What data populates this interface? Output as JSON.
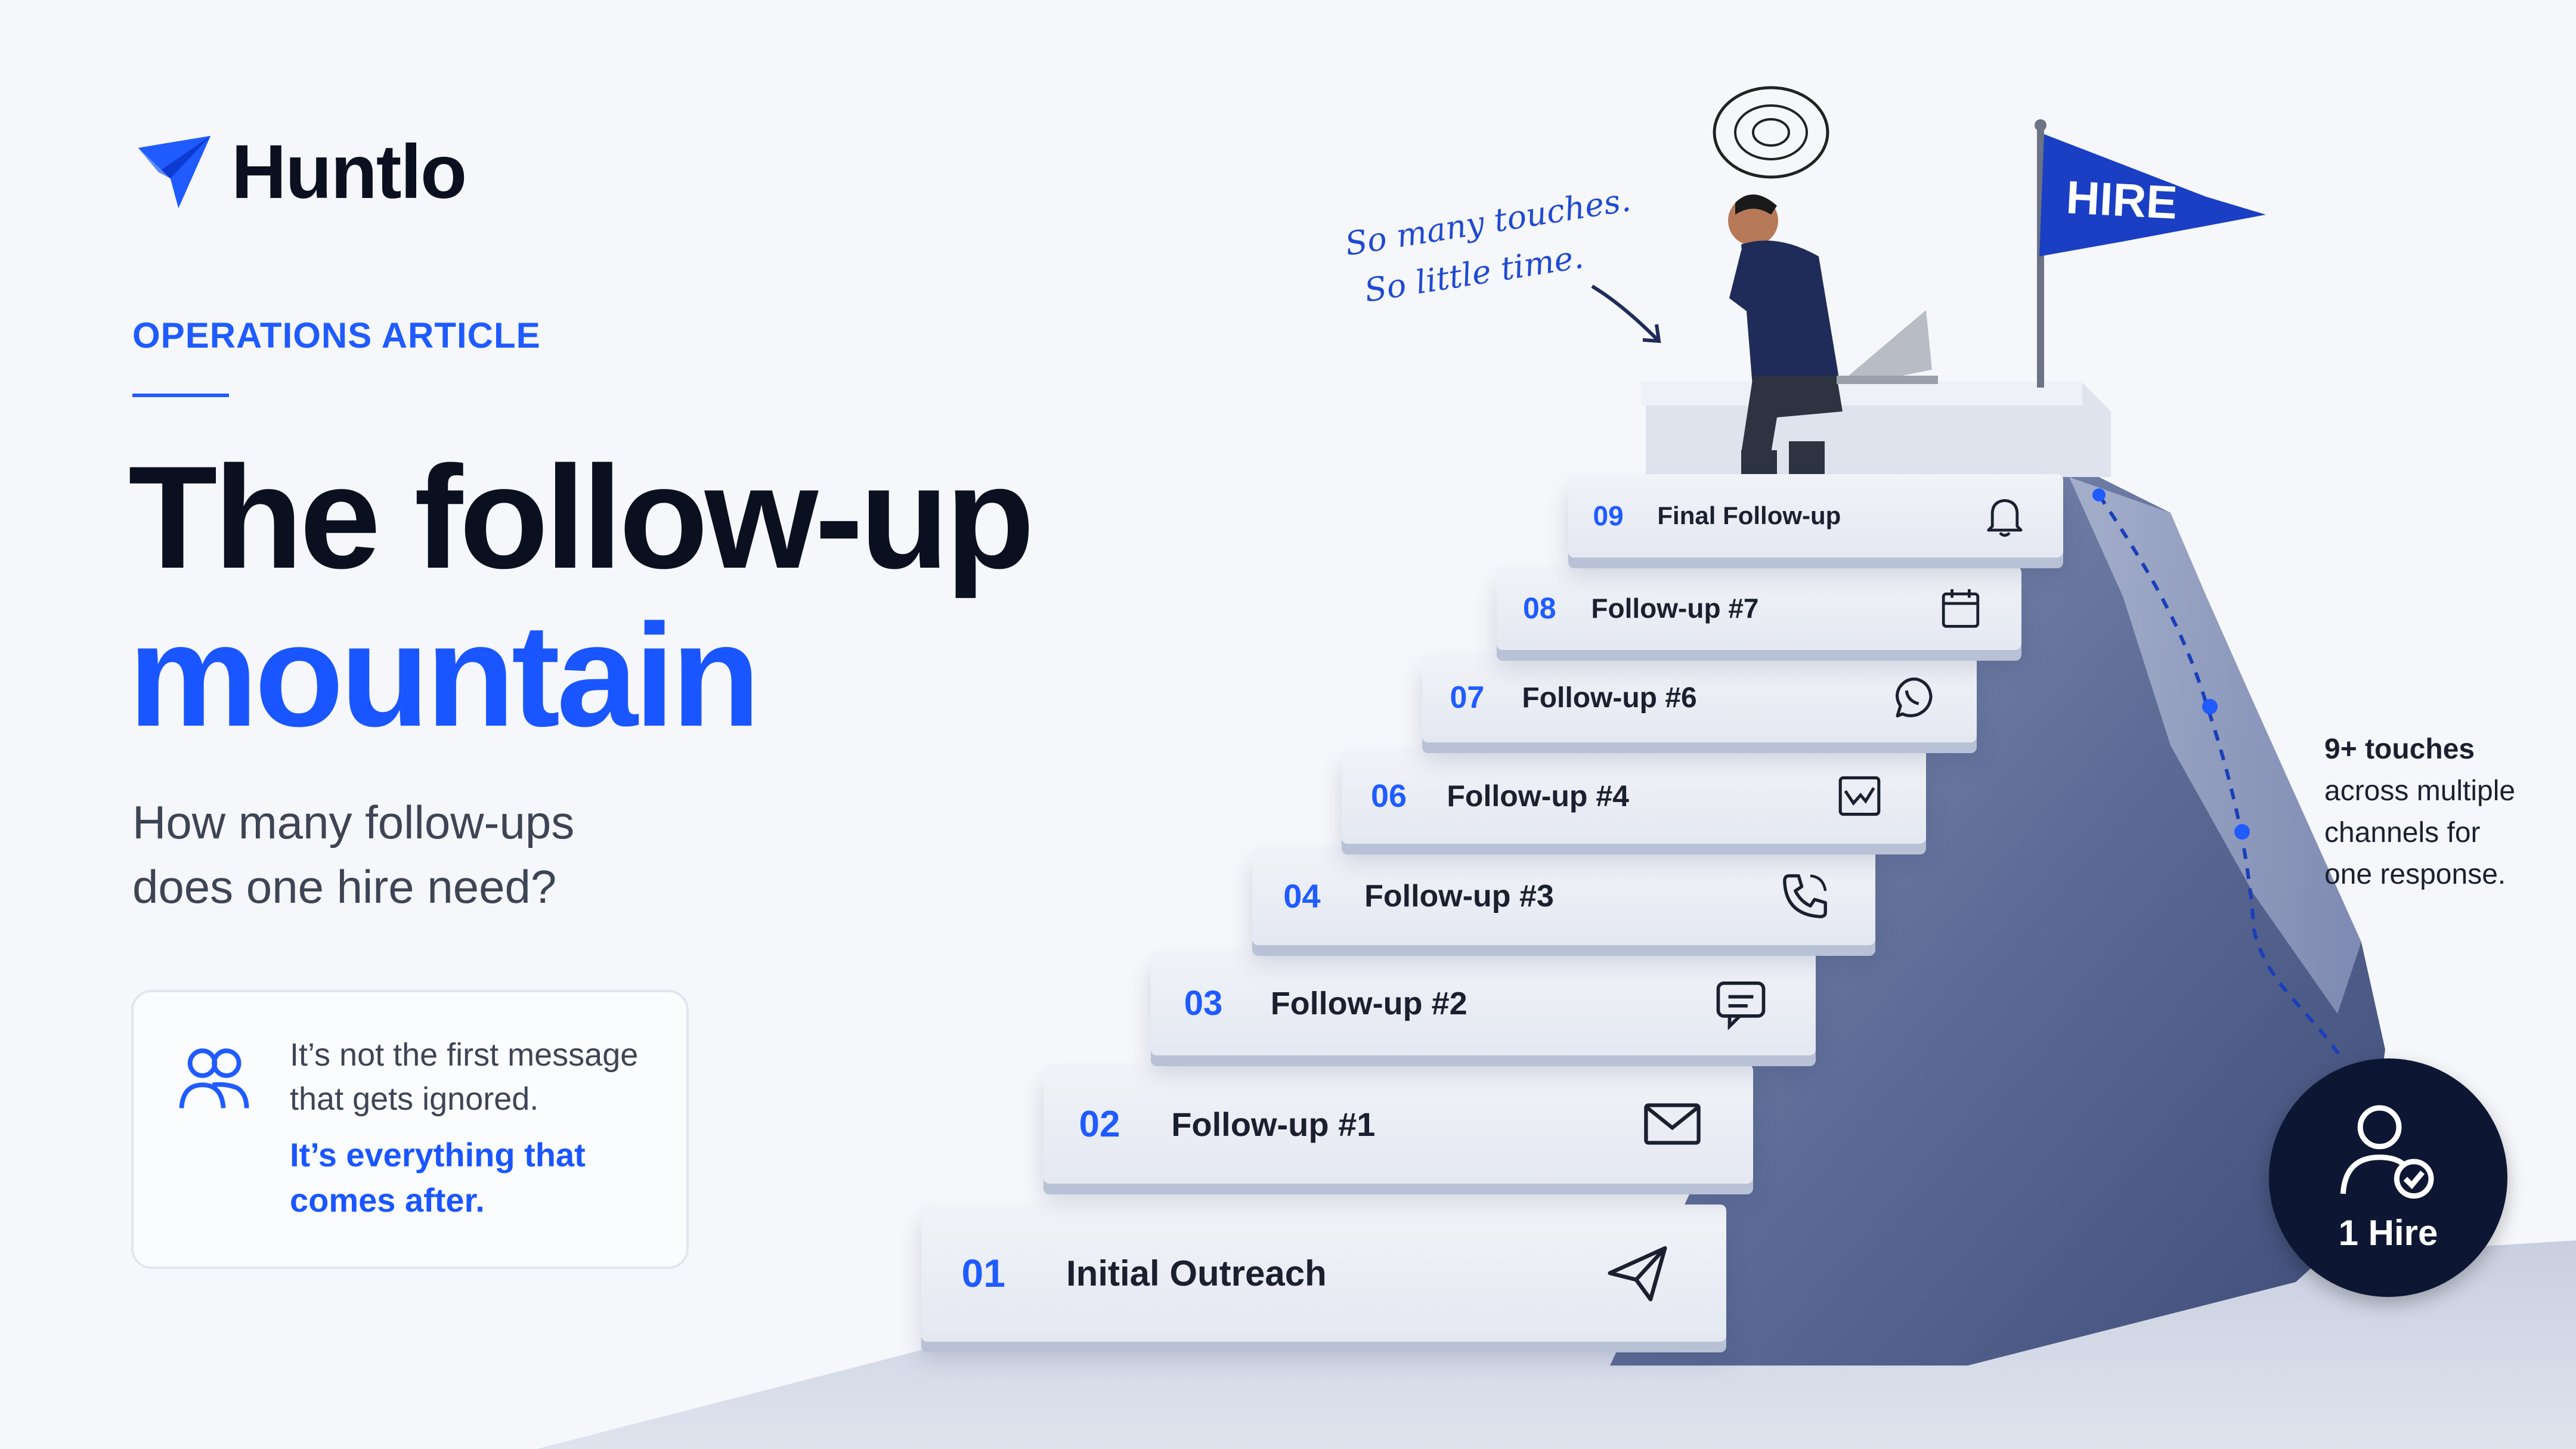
{
  "brand": {
    "name": "Huntlo",
    "logo_icon": "paper-plane-logo-icon"
  },
  "eyebrow": "OPERATIONS ARTICLE",
  "headline": {
    "line1": "The follow-up",
    "line2": "mountain"
  },
  "subtitle": {
    "line1": "How many follow-ups",
    "line2": "does one hire need?"
  },
  "callout": {
    "icon": "users-icon",
    "text_line1": "It’s not the first message",
    "text_line2": "that gets ignored.",
    "strong_line1": "It’s everything that",
    "strong_line2": "comes after."
  },
  "note": {
    "line1": "So many touches.",
    "line2": "So little time."
  },
  "flag_label": "HIRE",
  "steps": [
    {
      "num": "01",
      "label": "Initial Outreach",
      "icon": "paper-plane-icon"
    },
    {
      "num": "02",
      "label": "Follow-up #1",
      "icon": "envelope-icon"
    },
    {
      "num": "03",
      "label": "Follow-up #2",
      "icon": "chat-bubble-icon"
    },
    {
      "num": "04",
      "label": "Follow-up #3",
      "icon": "phone-icon"
    },
    {
      "num": "06",
      "label": "Follow-up #4",
      "icon": "image-icon"
    },
    {
      "num": "07",
      "label": "Follow-up #6",
      "icon": "whatsapp-icon"
    },
    {
      "num": "08",
      "label": "Follow-up #7",
      "icon": "calendar-icon"
    },
    {
      "num": "09",
      "label": "Final Follow-up",
      "icon": "bell-icon"
    }
  ],
  "side_note": {
    "strong": "9+ touches",
    "line2": "across multiple",
    "line3": "channels for",
    "line4": "one response."
  },
  "hire_badge": {
    "label": "1 Hire",
    "icon": "user-check-icon"
  },
  "colors": {
    "accent": "#1a56ff",
    "dark": "#0b1020",
    "badge": "#0d1733",
    "mountain": "#5f6e98"
  }
}
